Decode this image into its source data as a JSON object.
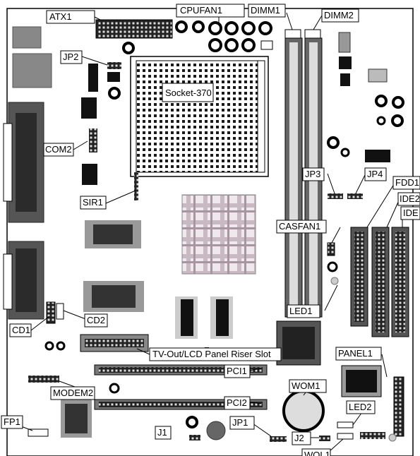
{
  "labels": {
    "atx1": "ATX1",
    "cpufan1": "CPUFAN1",
    "dimm1": "DIMM1",
    "dimm2": "DIMM2",
    "jp2": "JP2",
    "socket": "Socket-370",
    "com2": "COM2",
    "jp3": "JP3",
    "jp4": "JP4",
    "fdd1": "FDD1",
    "ide2": "IDE2",
    "ide1": "IDE",
    "sir1": "SIR1",
    "casfan1": "CASFAN1",
    "led1": "LED1",
    "cd1": "CD1",
    "cd2": "CD2",
    "riser": "TV-Out/LCD Panel Riser Slot",
    "panel1": "PANEL1",
    "pci1": "PCI1",
    "pci2": "PCI2",
    "modem2": "MODEM2",
    "wom1": "WOM1",
    "led2": "LED2",
    "fp1": "FP1",
    "j1": "J1",
    "jp1": "JP1",
    "j2": "J2",
    "wol1": "WOL1"
  }
}
